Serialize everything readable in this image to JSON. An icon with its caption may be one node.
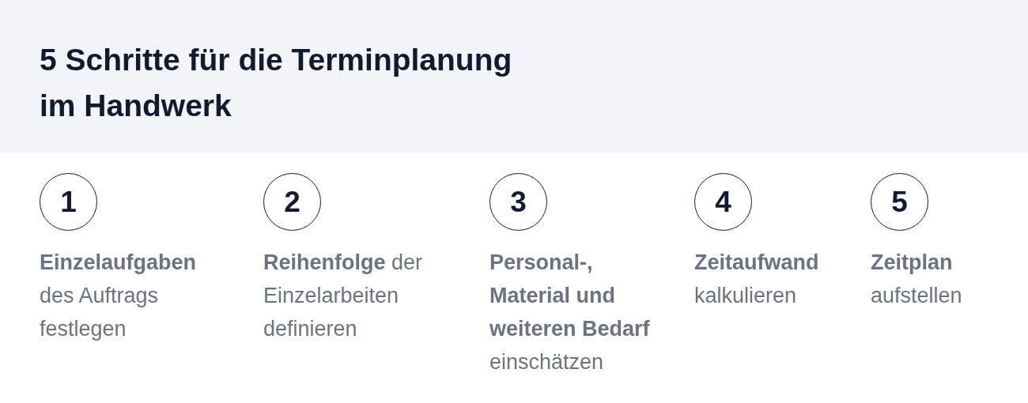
{
  "diagram": {
    "title": "5 Schritte für die Terminplanung im Handwerk",
    "nodes": [
      {
        "text": [
          "1"
        ],
        "beside": [
          "**Einzelaufgaben** des Auftrags festlegen"
        ]
      },
      {
        "text": [
          "2"
        ],
        "beside": [
          "**Reihenfolge** der Einzelarbeiten definieren"
        ]
      },
      {
        "text": [
          "3"
        ],
        "beside": [
          "**Personal-, Material und weiteren Bedarf** einschätzen"
        ]
      },
      {
        "text": [
          "4"
        ],
        "beside": [
          "**Zeitaufwand** kalkulieren"
        ]
      },
      {
        "text": [
          "5"
        ],
        "beside": [
          "**Zeitplan** aufstellen"
        ]
      }
    ]
  }
}
